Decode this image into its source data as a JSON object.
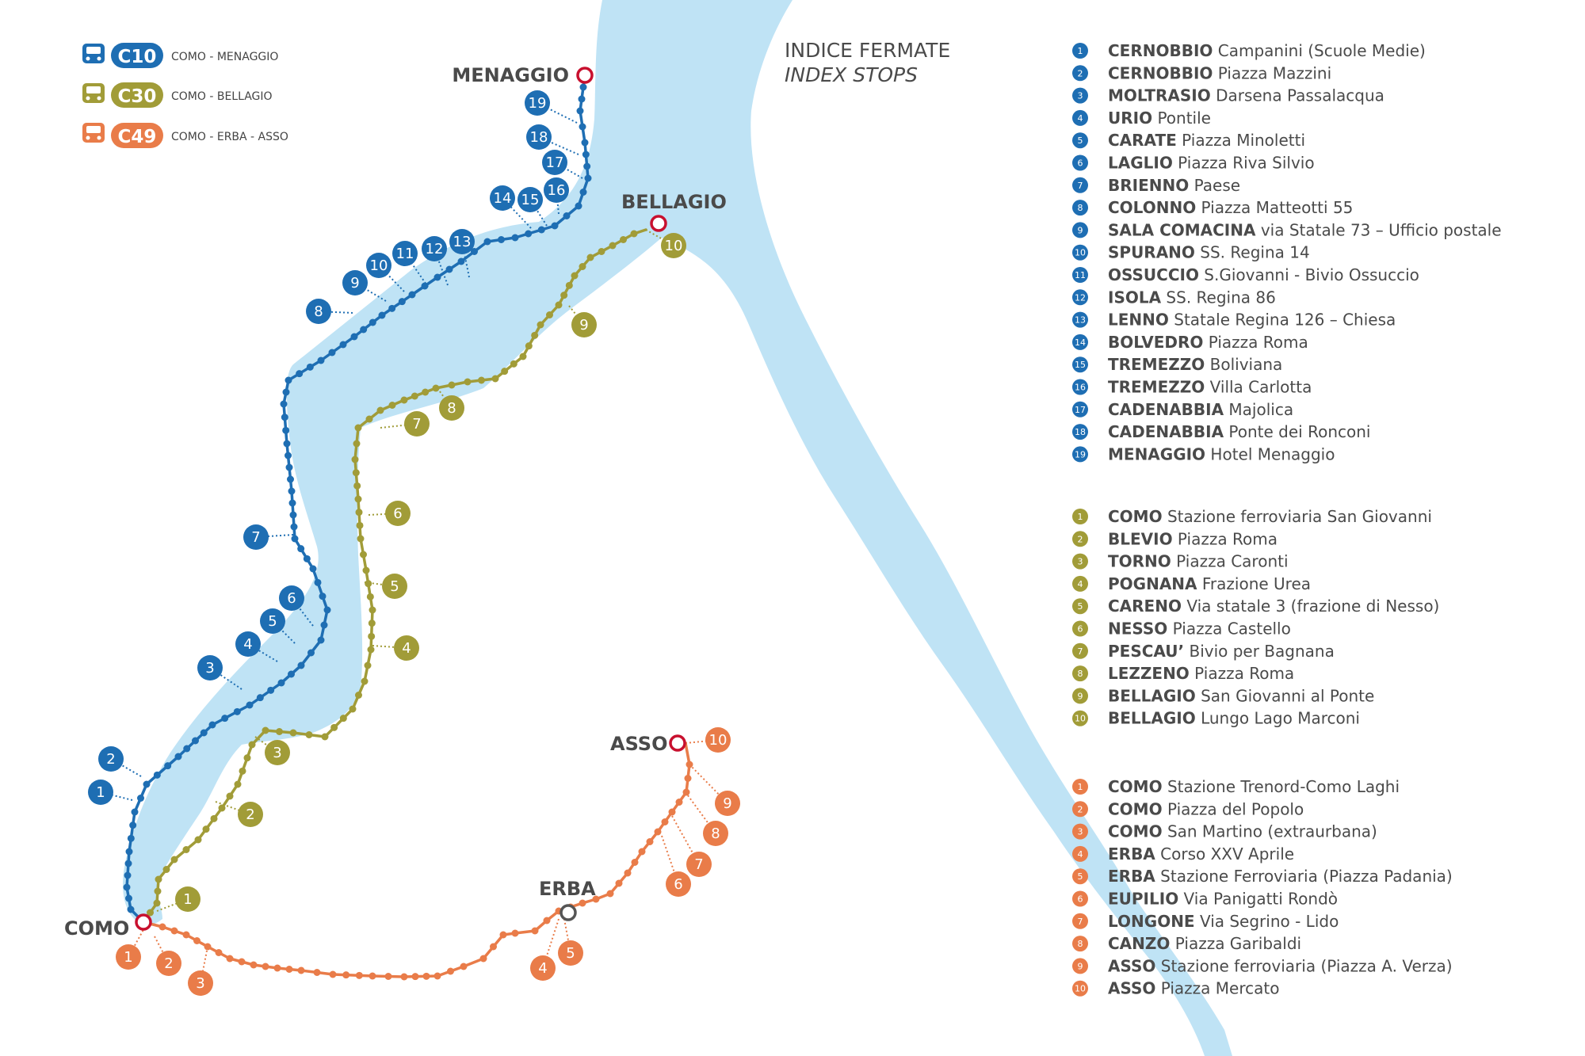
{
  "colors": {
    "lake": "#bfe3f5",
    "c10": "#1e6eb3",
    "c30": "#a19c38",
    "c49": "#e97c49",
    "terminus": "#c8102e",
    "erba_terminus": "#555555",
    "text": "#4a4a4a"
  },
  "legend": [
    {
      "code": "C10",
      "desc": "COMO - MENAGGIO",
      "color": "#1e6eb3",
      "icon": "bus-icon"
    },
    {
      "code": "C30",
      "desc": "COMO - BELLAGIO",
      "color": "#a19c38",
      "icon": "bus-icon"
    },
    {
      "code": "C49",
      "desc": "COMO - ERBA - ASSO",
      "color": "#e97c49",
      "icon": "bus-icon"
    }
  ],
  "index_title": {
    "it": "INDICE FERMATE",
    "en": "INDEX STOPS"
  },
  "towns": {
    "menaggio": "MENAGGIO",
    "bellagio": "BELLAGIO",
    "como": "COMO",
    "erba": "ERBA",
    "asso": "ASSO"
  },
  "routes": {
    "c10": {
      "stops": [
        {
          "num": "1",
          "town": "CERNOBBIO",
          "place": "Campanini (Scuole Medie)"
        },
        {
          "num": "2",
          "town": "CERNOBBIO",
          "place": "Piazza Mazzini"
        },
        {
          "num": "3",
          "town": "MOLTRASIO",
          "place": "Darsena Passalacqua"
        },
        {
          "num": "4",
          "town": "URIO",
          "place": "Pontile"
        },
        {
          "num": "5",
          "town": "CARATE",
          "place": "Piazza Minoletti"
        },
        {
          "num": "6",
          "town": "LAGLIO",
          "place": "Piazza Riva Silvio"
        },
        {
          "num": "7",
          "town": "BRIENNO",
          "place": "Paese"
        },
        {
          "num": "8",
          "town": "COLONNO",
          "place": "Piazza Matteotti 55"
        },
        {
          "num": "9",
          "town": "SALA COMACINA",
          "place": "via Statale 73 – Ufficio postale"
        },
        {
          "num": "10",
          "town": "SPURANO",
          "place": "SS. Regina 14"
        },
        {
          "num": "11",
          "town": "OSSUCCIO",
          "place": "S.Giovanni - Bivio Ossuccio"
        },
        {
          "num": "12",
          "town": "ISOLA",
          "place": "SS. Regina 86"
        },
        {
          "num": "13",
          "town": "LENNO",
          "place": "Statale Regina 126 – Chiesa"
        },
        {
          "num": "14",
          "town": "BOLVEDRO",
          "place": "Piazza Roma"
        },
        {
          "num": "15",
          "town": "TREMEZZO",
          "place": "Boliviana"
        },
        {
          "num": "16",
          "town": "TREMEZZO",
          "place": "Villa Carlotta"
        },
        {
          "num": "17",
          "town": "CADENABBIA",
          "place": "Majolica"
        },
        {
          "num": "18",
          "town": "CADENABBIA",
          "place": "Ponte dei Ronconi"
        },
        {
          "num": "19",
          "town": "MENAGGIO",
          "place": "Hotel Menaggio"
        }
      ]
    },
    "c30": {
      "stops": [
        {
          "num": "1",
          "town": "COMO",
          "place": "Stazione ferroviaria San Giovanni"
        },
        {
          "num": "2",
          "town": "BLEVIO",
          "place": "Piazza Roma"
        },
        {
          "num": "3",
          "town": "TORNO",
          "place": "Piazza Caronti"
        },
        {
          "num": "4",
          "town": "POGNANA",
          "place": "Frazione Urea"
        },
        {
          "num": "5",
          "town": "CARENO",
          "place": "Via statale 3 (frazione di Nesso)"
        },
        {
          "num": "6",
          "town": "NESSO",
          "place": "Piazza Castello"
        },
        {
          "num": "7",
          "town": "PESCAU’",
          "place": "Bivio per Bagnana"
        },
        {
          "num": "8",
          "town": "LEZZENO",
          "place": "Piazza Roma"
        },
        {
          "num": "9",
          "town": "BELLAGIO",
          "place": "San Giovanni al Ponte"
        },
        {
          "num": "10",
          "town": "BELLAGIO",
          "place": "Lungo Lago Marconi"
        }
      ]
    },
    "c49": {
      "stops": [
        {
          "num": "1",
          "town": "COMO",
          "place": "Stazione Trenord-Como Laghi"
        },
        {
          "num": "2",
          "town": "COMO",
          "place": "Piazza del Popolo"
        },
        {
          "num": "3",
          "town": "COMO",
          "place": "San Martino (extraurbana)"
        },
        {
          "num": "4",
          "town": "ERBA",
          "place": "Corso XXV Aprile"
        },
        {
          "num": "5",
          "town": "ERBA",
          "place": "Stazione Ferroviaria (Piazza Padania)"
        },
        {
          "num": "6",
          "town": "EUPILIO",
          "place": "Via Panigatti Rondò"
        },
        {
          "num": "7",
          "town": "LONGONE",
          "place": "Via Segrino - Lido"
        },
        {
          "num": "8",
          "town": "CANZO",
          "place": "Piazza Garibaldi"
        },
        {
          "num": "9",
          "town": "ASSO",
          "place": "Stazione ferroviaria (Piazza A. Verza)"
        },
        {
          "num": "10",
          "town": "ASSO",
          "place": "Piazza Mercato"
        }
      ]
    }
  }
}
